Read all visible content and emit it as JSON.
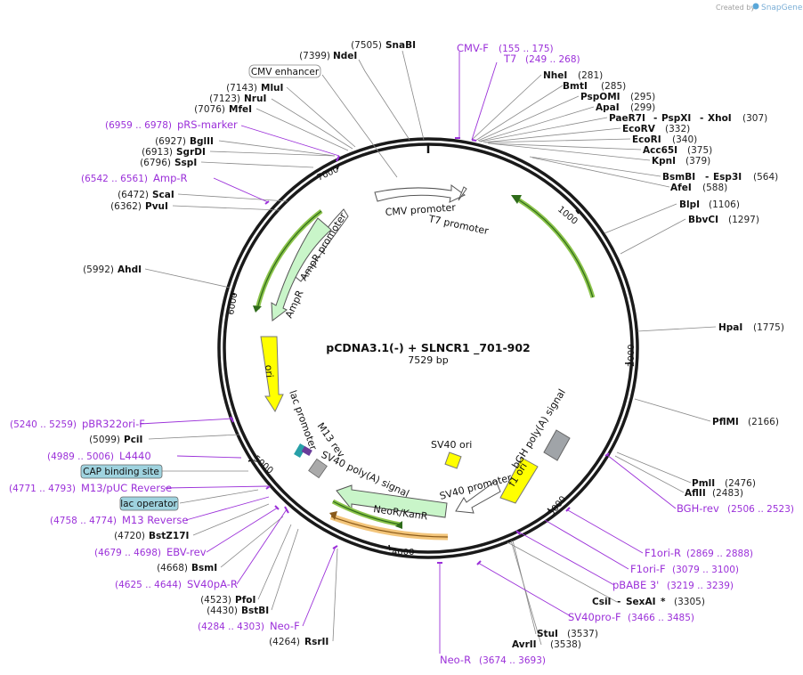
{
  "credit": {
    "prefix": "Created by",
    "brand": "SnapGene"
  },
  "plasmid": {
    "name": "pCDNA3.1(-) + SLNCR1 _701-902",
    "size": "7529 bp"
  },
  "ruler": [
    "1000",
    "2000",
    "3000",
    "4000",
    "5000",
    "6000",
    "7000"
  ],
  "feature_labels": {
    "cmv_promoter": "CMV promoter",
    "t7_promoter": "T7 promoter",
    "ampr_promoter": "AmpR promoter",
    "ampr": "AmpR",
    "ori": "ori",
    "lac_promoter": "lac promoter",
    "m13_rev": "M13 rev",
    "sv40_polya": "SV40 poly(A) signal",
    "neor": "NeoR/KanR",
    "sv40_promoter": "SV40 promoter",
    "sv40_ori": "SV40 ori",
    "f1_ori": "f1 ori",
    "bgh_polya": "bGH poly(A) signal"
  },
  "labels": {
    "snabi": {
      "pos": "(7505)",
      "name": "SnaBI"
    },
    "ndei": {
      "pos": "(7399)",
      "name": "NdeI"
    },
    "cmv_enhancer": {
      "name": "CMV enhancer"
    },
    "mlui": {
      "pos": "(7143)",
      "name": "MluI"
    },
    "nrui": {
      "pos": "(7123)",
      "name": "NruI"
    },
    "mfei": {
      "pos": "(7076)",
      "name": "MfeI"
    },
    "prs_marker": {
      "pos": "(6959 .. 6978)",
      "name": "pRS-marker"
    },
    "bglii": {
      "pos": "(6927)",
      "name": "BglII"
    },
    "sgrdi": {
      "pos": "(6913)",
      "name": "SgrDI"
    },
    "sspi": {
      "pos": "(6796)",
      "name": "SspI"
    },
    "ampr_primer": {
      "pos": "(6542 .. 6561)",
      "name": "Amp-R"
    },
    "scai": {
      "pos": "(6472)",
      "name": "ScaI"
    },
    "pvui": {
      "pos": "(6362)",
      "name": "PvuI"
    },
    "ahdi": {
      "pos": "(5992)",
      "name": "AhdI"
    },
    "pbr322": {
      "pos": "(5240 .. 5259)",
      "name": "pBR322ori-F"
    },
    "pcii": {
      "pos": "(5099)",
      "name": "PciI"
    },
    "l4440": {
      "pos": "(4989 .. 5006)",
      "name": "L4440"
    },
    "cap": {
      "name": "CAP binding site"
    },
    "m13puc": {
      "pos": "(4771 .. 4793)",
      "name": "M13/pUC Reverse"
    },
    "lacop": {
      "name": "lac operator"
    },
    "m13rev": {
      "pos": "(4758 .. 4774)",
      "name": "M13 Reverse"
    },
    "bstz17i": {
      "pos": "(4720)",
      "name": "BstZ17I"
    },
    "ebvrev": {
      "pos": "(4679 .. 4698)",
      "name": "EBV-rev"
    },
    "bsmi": {
      "pos": "(4668)",
      "name": "BsmI"
    },
    "sv40par": {
      "pos": "(4625 .. 4644)",
      "name": "SV40pA-R"
    },
    "pfoi": {
      "pos": "(4523)",
      "name": "PfoI"
    },
    "bstbi": {
      "pos": "(4430)",
      "name": "BstBI"
    },
    "neof": {
      "pos": "(4284 .. 4303)",
      "name": "Neo-F"
    },
    "rsrii": {
      "pos": "(4264)",
      "name": "RsrII"
    },
    "cmvf": {
      "pos": "(155 .. 175)",
      "name": "CMV-F"
    },
    "t7": {
      "pos": "(249 .. 268)",
      "name": "T7"
    },
    "nhei": {
      "pos": "(281)",
      "name": "NheI"
    },
    "bmti": {
      "pos": "(285)",
      "name": "BmtI"
    },
    "psp": {
      "pos": "(295)",
      "name": "PspOMI"
    },
    "apai": {
      "pos": "(299)",
      "name": "ApaI"
    },
    "paer7i": {
      "pos": "(307)",
      "name": "PaeR7I",
      "name2": "PspXI",
      "name3": "XhoI"
    },
    "ecorv": {
      "pos": "(332)",
      "name": "EcoRV"
    },
    "ecori": {
      "pos": "(340)",
      "name": "EcoRI"
    },
    "acc65i": {
      "pos": "(375)",
      "name": "Acc65I"
    },
    "kpni": {
      "pos": "(379)",
      "name": "KpnI"
    },
    "bsmbi": {
      "pos": "(564)",
      "name": "BsmBI",
      "name2": "Esp3I"
    },
    "afei": {
      "pos": "(588)",
      "name": "AfeI"
    },
    "blpi": {
      "pos": "(1106)",
      "name": "BlpI"
    },
    "bbvci": {
      "pos": "(1297)",
      "name": "BbvCI"
    },
    "hpai": {
      "pos": "(1775)",
      "name": "HpaI"
    },
    "pflmi": {
      "pos": "(2166)",
      "name": "PflMI"
    },
    "pmli": {
      "pos": "(2476)",
      "name": "PmlI"
    },
    "aflii": {
      "pos": "(2483)",
      "name": "AflII"
    },
    "bghrev": {
      "pos": "(2506 .. 2523)",
      "name": "BGH-rev"
    },
    "f1orir": {
      "pos": "(2869 .. 2888)",
      "name": "F1ori-R"
    },
    "f1orif": {
      "pos": "(3079 .. 3100)",
      "name": "F1ori-F"
    },
    "pbabe": {
      "pos": "(3219 .. 3239)",
      "name": "pBABE 3'"
    },
    "csii": {
      "pos": "(3305)",
      "name": "CsiI",
      "name2": "SexAI",
      "star": "*"
    },
    "sv40prof": {
      "pos": "(3466 .. 3485)",
      "name": "SV40pro-F"
    },
    "stui": {
      "pos": "(3537)",
      "name": "StuI"
    },
    "avrii": {
      "pos": "(3538)",
      "name": "AvrII"
    },
    "neor_primer": {
      "pos": "(3674 .. 3693)",
      "name": "Neo-R"
    }
  }
}
